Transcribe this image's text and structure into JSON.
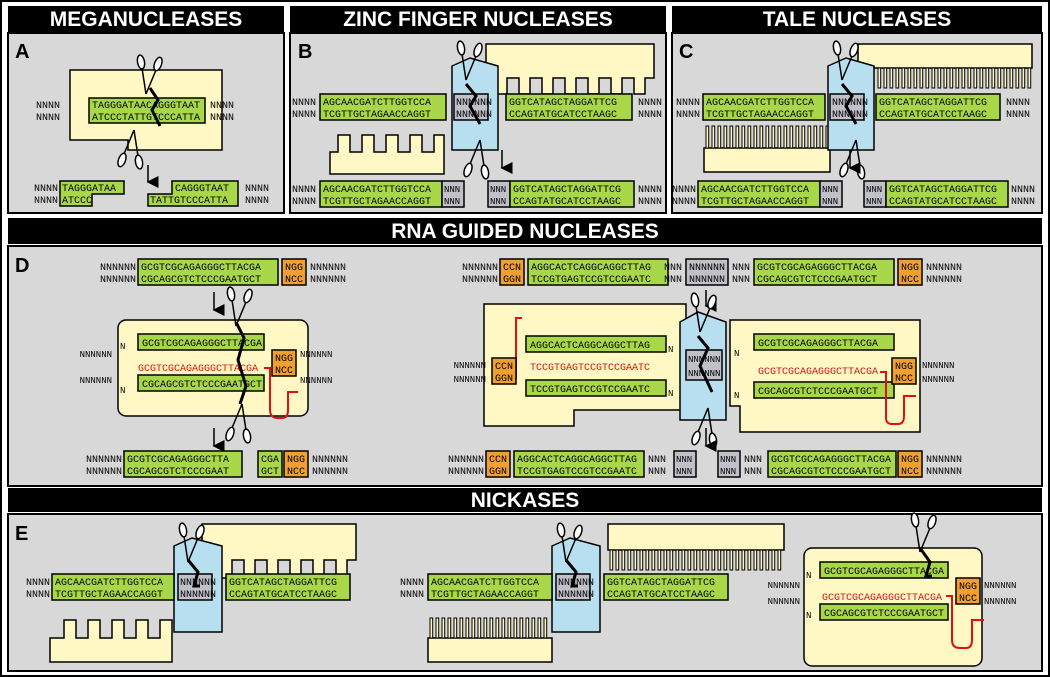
{
  "headers": {
    "meganucleases": "MEGANUCLEASES",
    "zinc_finger": "ZINC FINGER NUCLEASES",
    "tale": "TALE NUCLEASES",
    "rna_guided": "RNA GUIDED NUCLEASES",
    "nickases": "NICKASES"
  },
  "panel_labels": {
    "a": "A",
    "b": "B",
    "c": "C",
    "d": "D",
    "e": "E"
  },
  "sequences": {
    "n4": "NNNN",
    "n3": "NNN",
    "n6": "NNNNNN",
    "n": "N",
    "mega_top": "TAGGGATAACAGGGTAAT",
    "mega_bot": "ATCCCTATTGTCCCATTA",
    "mega_cut_l_top": "TAGGGATAA",
    "mega_cut_l_bot": "ATCCC",
    "mega_cut_r_top": "CAGGGTAAT",
    "mega_cut_r_bot": "TATTGTCCCATTA",
    "left_top": "AGCAACGATCTTGGTCCA",
    "left_bot": "TCGTTGCTAGAACCAGGT",
    "right_top": "GGTCATAGCTAGGATTCG",
    "right_bot": "CCAGTATGCATCCTAAGC",
    "guide_top": "GCGTCGCAGAGGGCTTACGA",
    "guide_bot": "CGCAGCGTCTCCCGAATGCT",
    "guide_rna": "GCGTCGCAGAGGGCTTACGA",
    "cut_top": "GCGTCGCAGAGGGCTTA",
    "cut_bot": "CGCAGCGTCTCCCGAAT",
    "cut_r_top": "CGA",
    "cut_r_bot": "GCT",
    "pam_top": "NGG",
    "pam_bot": "NCC",
    "rpam_top": "CCN",
    "rpam_bot": "GGN",
    "rev_top": "AGGCACTCAGGCAGGCTTAG",
    "rev_bot": "TCCGTGAGTCCGTCCGAATC",
    "rev_rna": "TCCGTGAGTCCGTCCGAATC",
    "gap6": "NNNNNN"
  },
  "colors": {
    "seq_green": "#a8d84a",
    "pam_orange": "#f0a030",
    "protein_yellow": "#fff8c4",
    "fok_blue": "#b8dff0",
    "spacer_grey": "#c0c0c8",
    "panel_grey": "#d8d8d8",
    "rna_red": "#e01010",
    "header_black": "#000000"
  }
}
